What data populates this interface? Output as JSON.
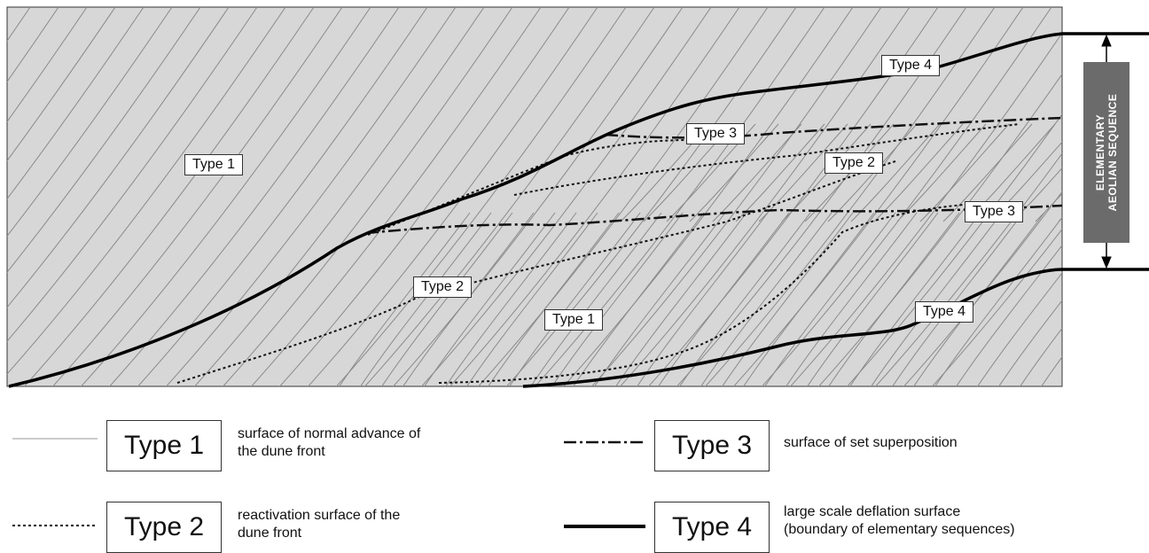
{
  "diagram": {
    "labels": {
      "type1_upper": "Type 1",
      "type1_lower": "Type 1",
      "type2_left": "Type 2",
      "type2_right": "Type 2",
      "type3_upper": "Type 3",
      "type3_lower": "Type 3",
      "type4_upper": "Type 4",
      "type4_lower": "Type 4"
    },
    "sequence_label_line1": "ELEMENTARY",
    "sequence_label_line2": "AEOLIAN SEQUENCE",
    "colors": {
      "background": "#d7d7d7",
      "foreset": "#8a8a8a",
      "surface": "#000000",
      "sequence_bar": "#6b6b6b"
    }
  },
  "legend": {
    "items": [
      {
        "name": "Type 1",
        "description_line1": "surface of normal advance of",
        "description_line2": "the dune front",
        "line_style": "thin-solid"
      },
      {
        "name": "Type 2",
        "description_line1": "reactivation surface of the",
        "description_line2": "dune front",
        "line_style": "dotted"
      },
      {
        "name": "Type 3",
        "description_line1": "surface of set superposition",
        "description_line2": "",
        "line_style": "dash-dot"
      },
      {
        "name": "Type 4",
        "description_line1": "large scale deflation surface",
        "description_line2": "(boundary of elementary sequences)",
        "line_style": "thick-solid"
      }
    ]
  }
}
